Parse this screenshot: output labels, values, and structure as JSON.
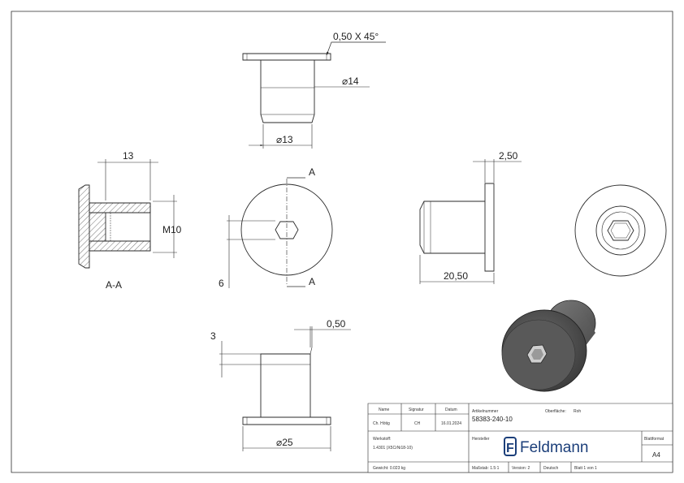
{
  "dimensions": {
    "chamfer": "0,50 X 45°",
    "dia14": "⌀14",
    "dia13": "⌀13",
    "len13": "13",
    "thread": "M10",
    "section_label": "A-A",
    "section_mark_a": "A",
    "offset6": "6",
    "head_thk": "2,50",
    "total_len": "20,50",
    "len3": "3",
    "gap050": "0,50",
    "dia25": "⌀25"
  },
  "title_block": {
    "hdr_name": "Name",
    "hdr_signatur": "Signatur",
    "hdr_datum": "Datum",
    "name": "Ch. Hötig",
    "signatur": "CH",
    "datum": "16.01.2024",
    "artikel_label": "Artikelnummer",
    "artikel": "58383-240-10",
    "oberflaeche_label": "Oberfläche:",
    "oberflaeche": "Roh",
    "werkstoff_label": "Werkstoff:",
    "werkstoff": "1.4301 (X5CrNi18-10)",
    "hersteller_label": "Hersteller",
    "logo_text": "Feldmann",
    "logo_letter": "F",
    "blattformat_label": "Blattformat",
    "blattformat": "A4",
    "gewicht": "Gewicht: 0.023 kg",
    "massstab": "Maßstab: 1.5:1",
    "version": "Version: 2",
    "sprache": "Deutsch",
    "blatt": "Blatt 1 von 1"
  },
  "colors": {
    "line": "#2a2a2a",
    "logo": "#1c3f7a",
    "render_dark": "#4d4d4d"
  }
}
